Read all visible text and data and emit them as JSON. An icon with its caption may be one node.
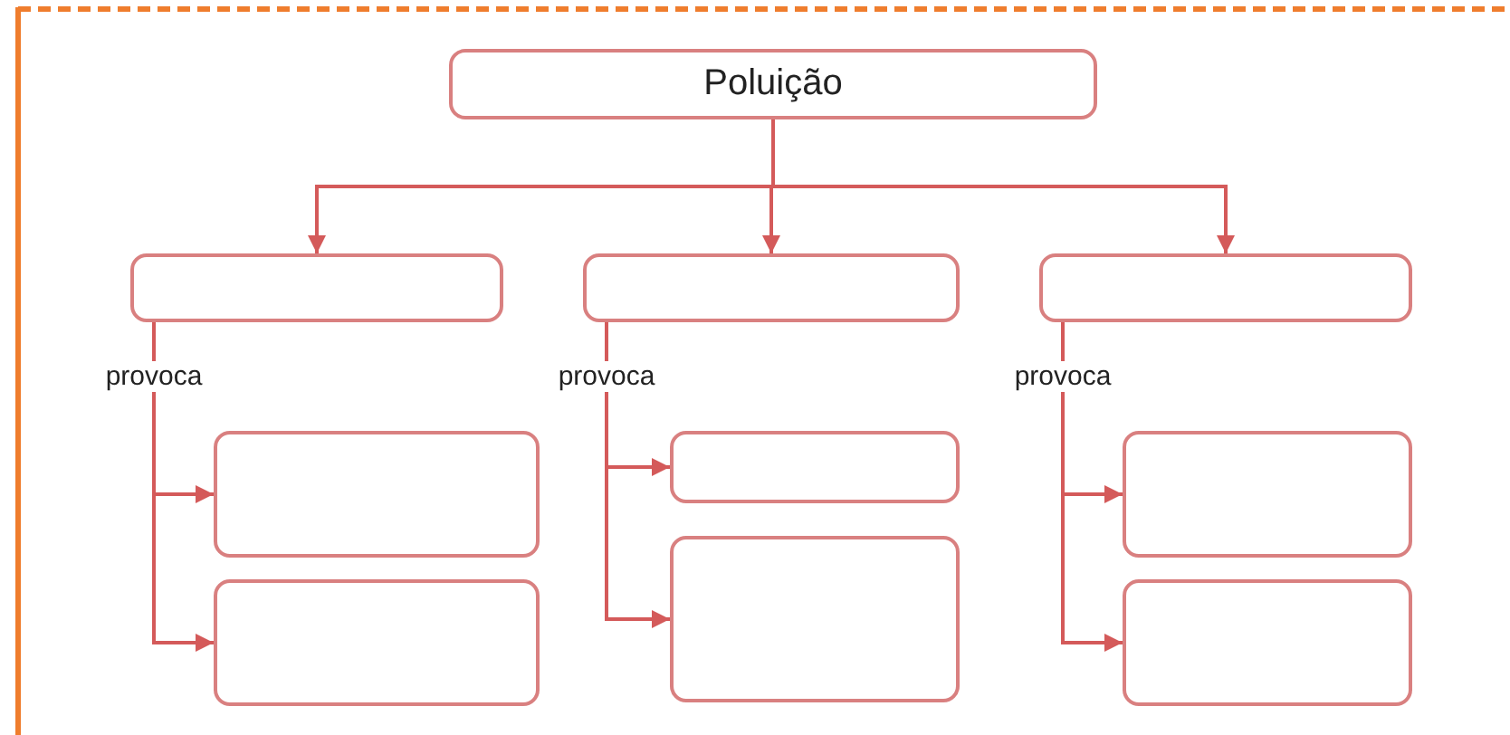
{
  "diagram": {
    "nodes": [
      {
        "text": [
          "Poluição"
        ]
      },
      {
        "text": [],
        "shape": "box"
      },
      {
        "text": [],
        "shape": "box"
      },
      {
        "text": [],
        "shape": "box"
      },
      {
        "text": [],
        "shape": "box"
      },
      {
        "text": [],
        "shape": "box"
      },
      {
        "text": [],
        "shape": "box"
      },
      {
        "text": [],
        "shape": "box"
      },
      {
        "text": [],
        "shape": "box"
      },
      {
        "text": [],
        "shape": "box"
      }
    ],
    "edges": [
      {
        "from": 0,
        "to": 1,
        "arrow": "to"
      },
      {
        "from": 0,
        "to": 2,
        "arrow": "to"
      },
      {
        "from": 0,
        "to": 3,
        "arrow": "to"
      },
      {
        "from": 1,
        "to": 4,
        "arrow": "to",
        "label": "provoca"
      },
      {
        "from": 1,
        "to": 5,
        "arrow": "to"
      },
      {
        "from": 2,
        "to": 6,
        "arrow": "to",
        "label": "provoca"
      },
      {
        "from": 2,
        "to": 7,
        "arrow": "to"
      },
      {
        "from": 3,
        "to": 8,
        "arrow": "to",
        "label": "provoca"
      },
      {
        "from": 3,
        "to": 9,
        "arrow": "to"
      }
    ]
  }
}
